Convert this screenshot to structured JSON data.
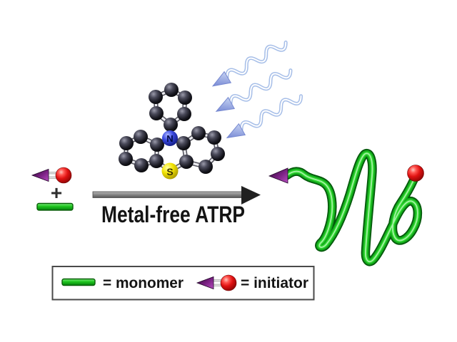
{
  "reaction": {
    "label": "Metal-free ATRP",
    "plus_sign": "+"
  },
  "molecule": {
    "nitrogen_label": "N",
    "sulfur_label": "S"
  },
  "legend": {
    "monomer_label": "= monomer",
    "initiator_label": "= initiator"
  },
  "icons": {
    "photon": "wavy-light-arrow",
    "initiator": "purple-arrowhead-with-red-ball",
    "monomer": "green-bar",
    "reaction_arrow": "gray-right-arrow",
    "polymer_product": "green-coiled-chain"
  },
  "colors": {
    "background": "#ffffff",
    "monomer_green": "#1dc41d",
    "initiator_red": "#e01212",
    "initiator_purple": "#8e2f96",
    "photon_blue": "#a6bee8",
    "reaction_arrow_gray": "#8a8a8a",
    "nitrogen_blue": "#3a4ae0",
    "sulfur_yellow": "#f2e404",
    "text_color": "#141414"
  }
}
